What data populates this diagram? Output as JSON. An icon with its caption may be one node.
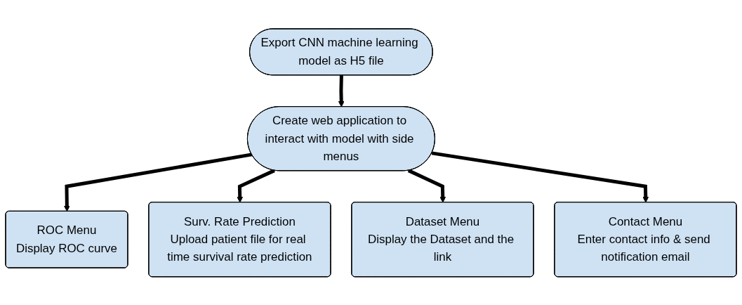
{
  "diagram": {
    "nodes": [
      {
        "text": [
          "Export CNN machine learning model as H5 file"
        ]
      },
      {
        "text": [
          "Create web application to interact with model with side menus"
        ]
      },
      {
        "text": [
          "ROC Menu",
          "Display ROC curve"
        ]
      },
      {
        "text": [
          "Surv. Rate Prediction",
          "Upload patient file for real time survival rate prediction"
        ]
      },
      {
        "text": [
          "Dataset Menu",
          "Display the Dataset and the link"
        ]
      },
      {
        "text": [
          "Contact Menu",
          "Enter contact info & send notification email"
        ]
      }
    ],
    "edges": [
      {
        "from": 0,
        "to": 1,
        "arrow": "to"
      },
      {
        "from": 1,
        "to": 2,
        "arrow": "to"
      },
      {
        "from": 1,
        "to": 3,
        "arrow": "to"
      },
      {
        "from": 1,
        "to": 4,
        "arrow": "to"
      },
      {
        "from": 1,
        "to": 5,
        "arrow": "to"
      }
    ]
  }
}
